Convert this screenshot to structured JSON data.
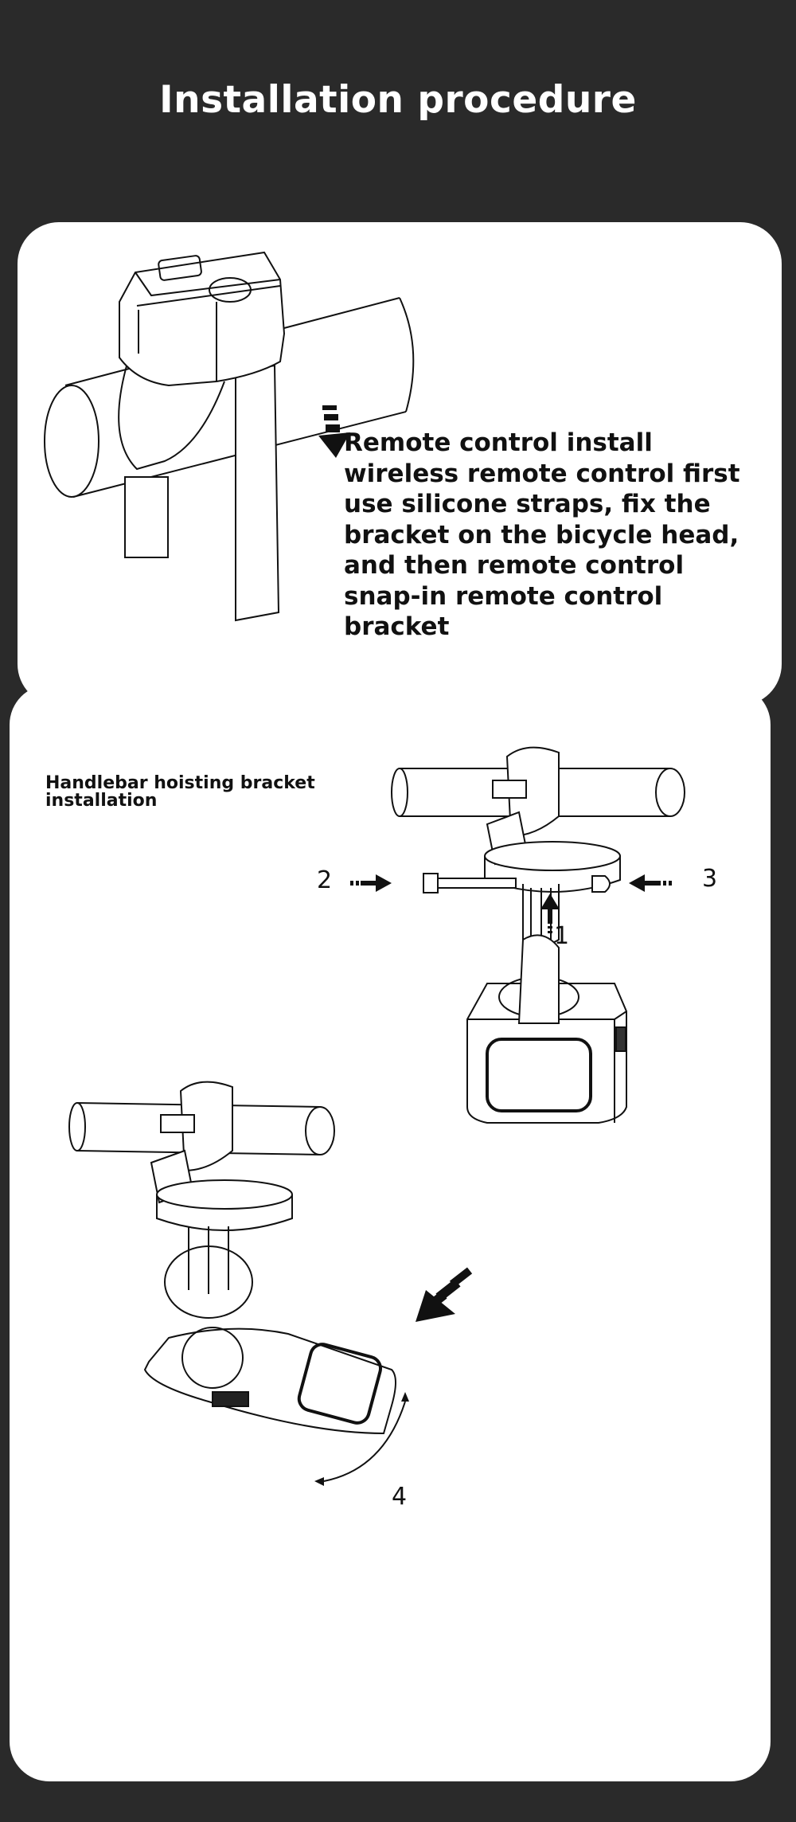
{
  "header": {
    "title": "Installation procedure"
  },
  "step_remote": {
    "lines": [
      "Remote control install",
      "wireless remote control first",
      "use silicone straps, fix the",
      "bracket on the bicycle head,",
      "and then remote control",
      "snap-in remote control",
      "bracket"
    ]
  },
  "step_handlebar": {
    "title_lines": [
      "Handlebar hoisting bracket",
      "installation"
    ],
    "callouts": [
      "1",
      "2",
      "3",
      "4"
    ]
  }
}
